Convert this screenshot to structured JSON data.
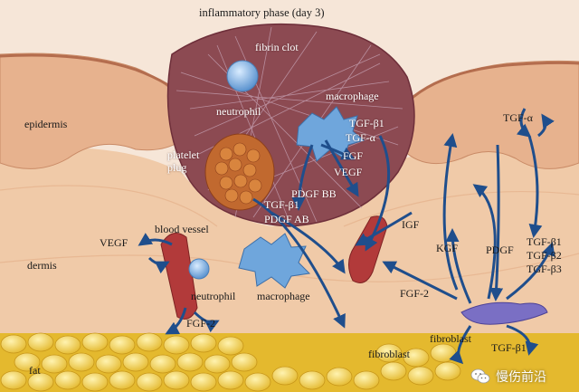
{
  "title": "inflammatory phase (day 3)",
  "colors": {
    "skin": "#f3d9c6",
    "epidermis": "#e8b48f",
    "clot": "#8c4a52",
    "arrow": "#1f4e8c",
    "fat": "#f0cf45",
    "cell_blue": "#6fa6dc",
    "fibroblast": "#7a6fc4"
  },
  "labels": {
    "fibrin_clot": "fibrin clot",
    "neutrophil_top": "neutrophil",
    "macrophage_top": "macrophage",
    "epidermis": "epidermis",
    "platelet_plug": "platelet\nplug",
    "tgf_b1_top": "TGF-β1",
    "tgf_a_top": "TGF-α",
    "fgf_top": "FGF",
    "vegf_top": "VEGF",
    "pdgf_bb": "PDGF BB",
    "tgf_b1_plug": "TGF-β1",
    "pdgf_ab": "PDGF AB",
    "tgf_a_right": "TGF-α",
    "igf": "IGF",
    "kgf": "KGF",
    "pdgf_right": "PDGF",
    "tgf_b1_right": "TGF-β1",
    "tgf_b2_right": "TGF-β2",
    "tgf_b3_right": "TGF-β3",
    "blood_vessel": "blood vessel",
    "vegf_left": "VEGF",
    "dermis": "dermis",
    "neutrophil_left": "neutrophil",
    "macrophage_mid": "macrophage",
    "fgf2_left": "FGF-2",
    "fgf2_right": "FGF-2",
    "fibroblast_right": "fibroblast",
    "tgf_b1_bottom": "TGF-β1",
    "fibroblast_bottom": "fibroblast",
    "fat": "fat"
  },
  "watermark": "慢伤前沿"
}
